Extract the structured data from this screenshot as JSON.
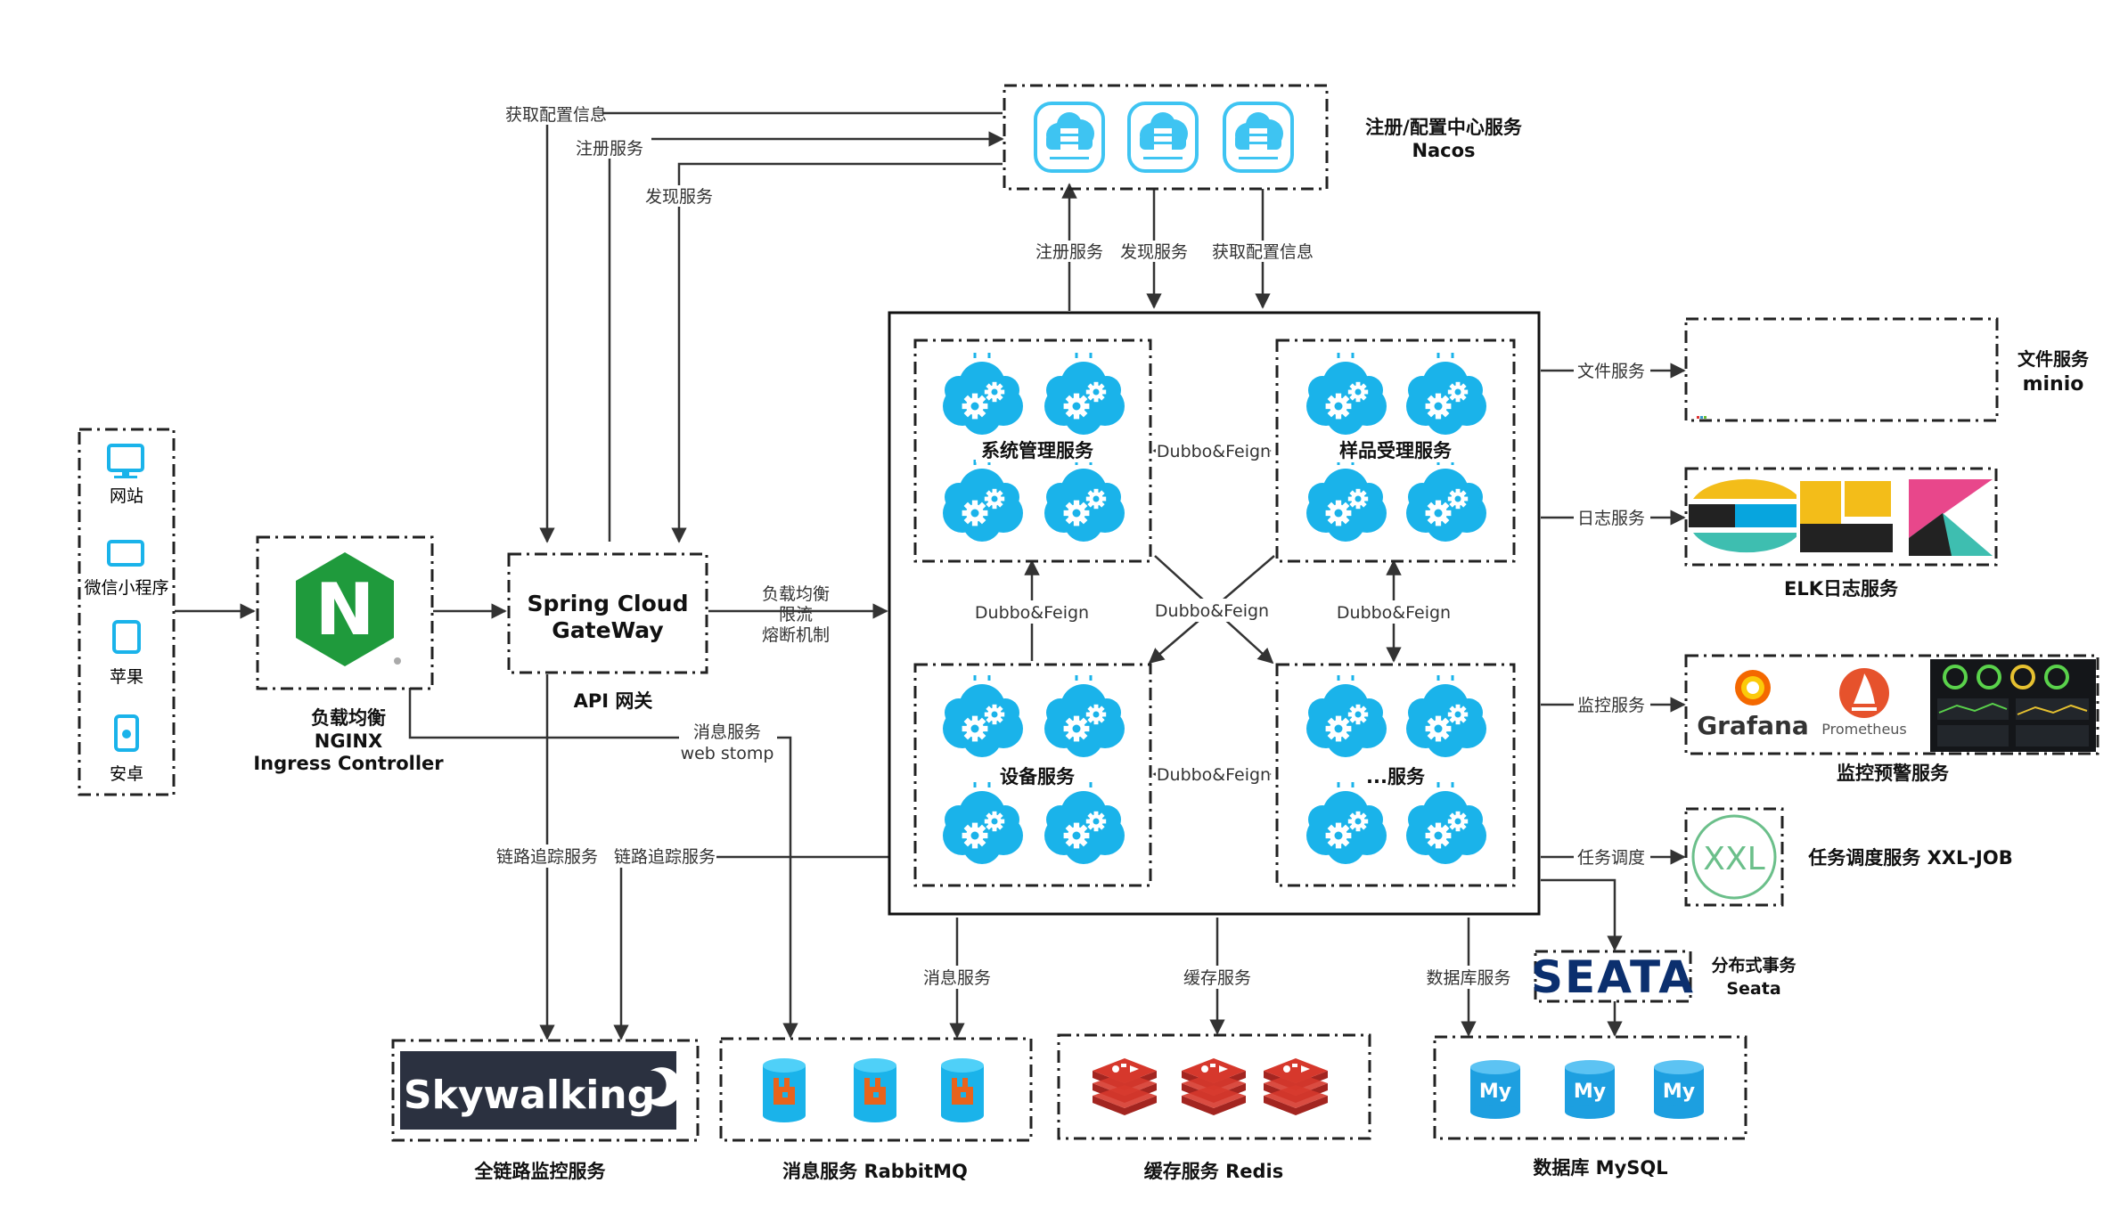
{
  "clients": {
    "website": "网站",
    "miniprogram": "微信小程序",
    "apple": "苹果",
    "android": "安卓"
  },
  "nginx": {
    "logo_letter": "N",
    "line1": "负载均衡",
    "line2": "NGINX",
    "line3": "Ingress Controller"
  },
  "gateway": {
    "line1": "Spring Cloud",
    "line2": "GateWay",
    "caption": "API 网关"
  },
  "gateway_edge": {
    "line1": "负载均衡",
    "line2": "限流",
    "line3": "熔断机制"
  },
  "nacos": {
    "line1": "注册/配置中心服务",
    "line2": "Nacos"
  },
  "nacos_edges": {
    "fetch_config": "获取配置信息",
    "register": "注册服务",
    "discover": "发现服务",
    "svc_register": "注册服务",
    "svc_discover": "发现服务",
    "svc_fetch_config": "获取配置信息"
  },
  "services": {
    "system_mgmt": "系统管理服务",
    "sample_accept": "样品受理服务",
    "device": "设备服务",
    "other": "...服务",
    "rpc_top": "Dubbo&Feign",
    "rpc_bottom": "Dubbo&Feign",
    "rpc_left": "Dubbo&Feign",
    "rpc_center": "Dubbo&Feign",
    "rpc_right": "Dubbo&Feign"
  },
  "right_edges": {
    "file": "文件服务",
    "log": "日志服务",
    "monitor": "监控服务",
    "task": "任务调度"
  },
  "minio": {
    "line1": "文件服务",
    "line2": "minio"
  },
  "elk": {
    "caption": "ELK日志服务"
  },
  "monitoring": {
    "grafana": "Grafana",
    "prometheus": "Prometheus",
    "caption": "监控预警服务"
  },
  "xxl": {
    "logo": "XXL",
    "caption": "任务调度服务 XXL-JOB"
  },
  "seata": {
    "logo": "SEATA",
    "line1": "分布式事务",
    "line2": "Seata"
  },
  "bottom_edges": {
    "trace1": "链路追踪服务",
    "trace2": "链路追踪服务",
    "msg_stomp1": "消息服务",
    "msg_stomp2": "web stomp",
    "msg": "消息服务",
    "cache": "缓存服务",
    "db": "数据库服务"
  },
  "skywalking": {
    "logo": "Skywalking",
    "caption": "全链路监控服务"
  },
  "rabbitmq": {
    "caption": "消息服务 RabbitMQ"
  },
  "redis": {
    "caption": "缓存服务 Redis"
  },
  "mysql": {
    "icon_text": "My",
    "caption": "数据库 MySQL"
  },
  "colors": {
    "cloud_blue": "#1ab3ea",
    "nginx_green": "#1f9a3c",
    "skywalking_bg": "#2b3140",
    "redis_red": "#c6302b",
    "mysql_blue": "#1d9fe0",
    "rabbit_orange": "#e8631c"
  }
}
